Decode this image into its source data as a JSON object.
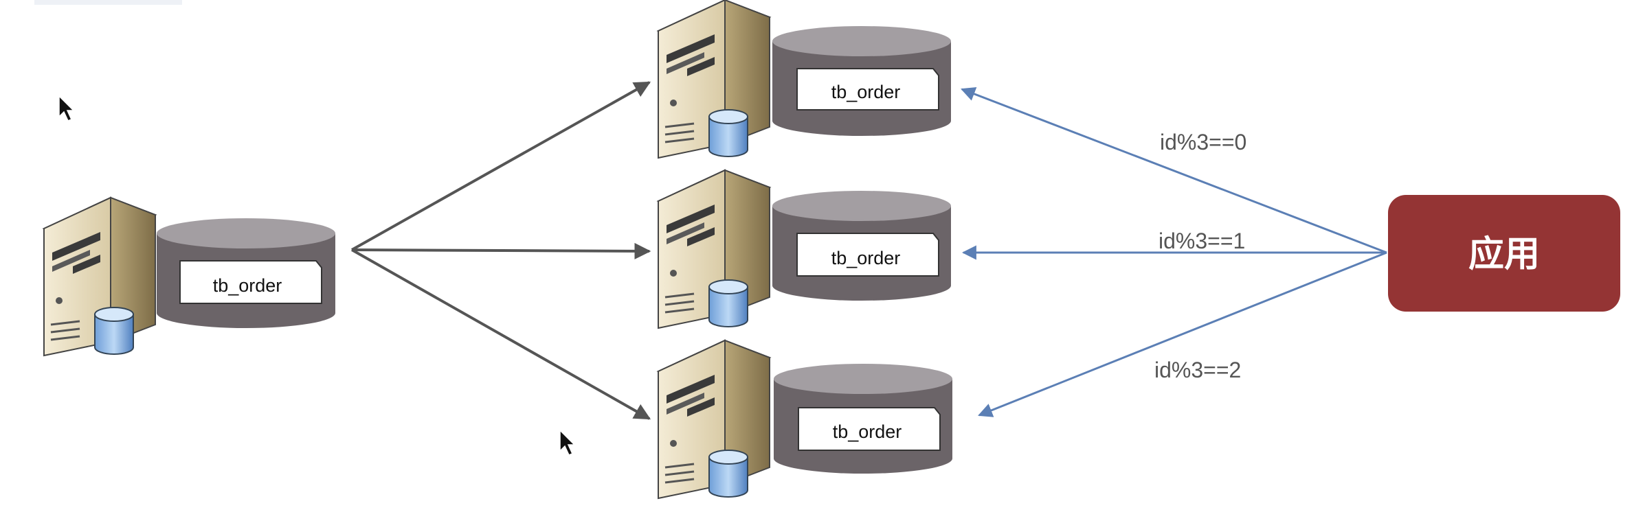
{
  "diagram": {
    "source_node": {
      "table_label": "tb_order"
    },
    "shard_nodes": [
      {
        "table_label": "tb_order"
      },
      {
        "table_label": "tb_order"
      },
      {
        "table_label": "tb_order"
      }
    ],
    "routing_rules": [
      {
        "label": "id%3==0"
      },
      {
        "label": "id%3==1"
      },
      {
        "label": "id%3==2"
      }
    ],
    "app": {
      "label": "应用"
    }
  },
  "colors": {
    "fan_out_arrow": "#555555",
    "routing_arrow": "#5b7fb5",
    "app_box": "#943434",
    "db_cylinder": "#6b6468",
    "db_cylinder_top": "#a39ea2"
  }
}
